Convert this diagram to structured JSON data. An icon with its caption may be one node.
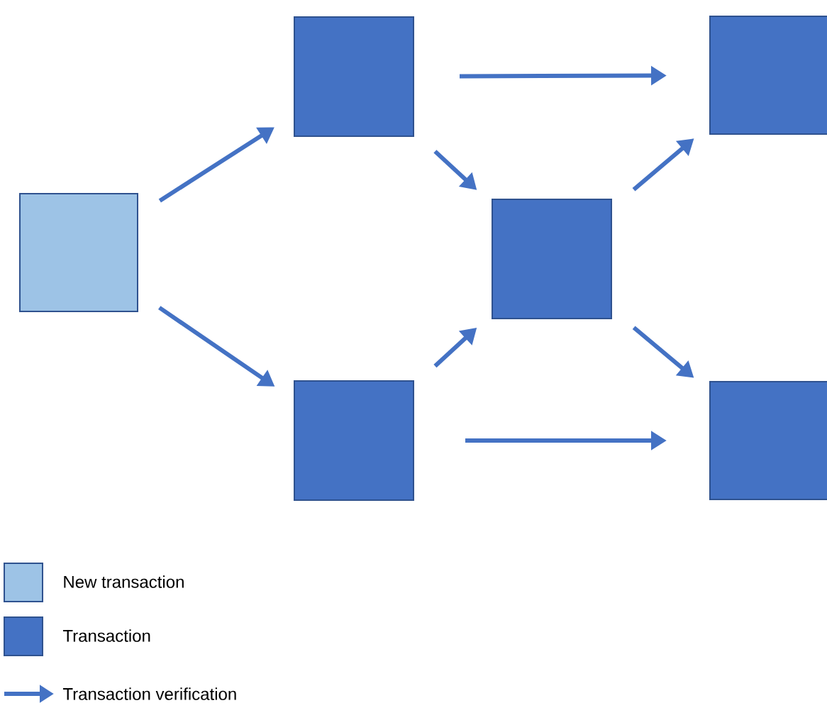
{
  "diagram": {
    "nodes": [
      {
        "text": [],
        "shape": "box"
      },
      {
        "text": [],
        "shape": "box"
      },
      {
        "text": [],
        "shape": "box"
      },
      {
        "text": [],
        "shape": "box"
      },
      {
        "text": [],
        "shape": "box"
      },
      {
        "text": [],
        "shape": "box"
      }
    ],
    "edges": [
      {
        "from": 0,
        "to": 1,
        "arrow": "to"
      },
      {
        "from": 0,
        "to": 2,
        "arrow": "to"
      },
      {
        "from": 1,
        "to": 4,
        "arrow": "to"
      },
      {
        "from": 1,
        "to": 3,
        "arrow": "to"
      },
      {
        "from": 2,
        "to": 3,
        "arrow": "to"
      },
      {
        "from": 2,
        "to": 5,
        "arrow": "to"
      },
      {
        "from": 3,
        "to": 4,
        "arrow": "to"
      },
      {
        "from": 3,
        "to": 5,
        "arrow": "to"
      }
    ],
    "legend": [
      {
        "text": "New transaction",
        "color": "#9dc3e6"
      },
      {
        "text": "Transaction",
        "color": "#4472c4"
      },
      {
        "text": "Transaction verification"
      }
    ]
  }
}
